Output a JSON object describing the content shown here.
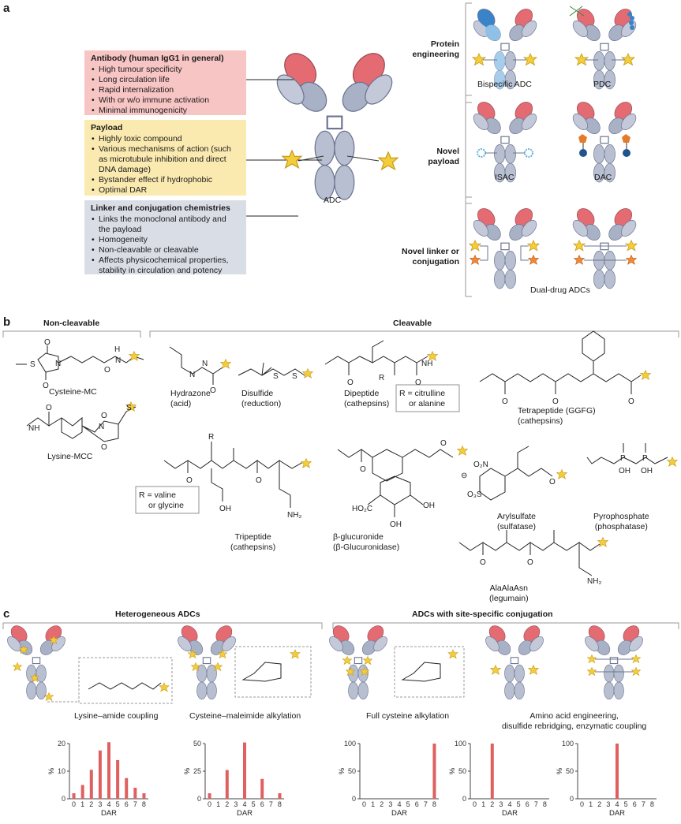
{
  "panels": {
    "a": "a",
    "b": "b",
    "c": "c"
  },
  "panel_a": {
    "antibody_box": {
      "title": "Antibody (human IgG1 in general)",
      "items": [
        "High tumour specificity",
        "Long circulation life",
        "Rapid internalization",
        "With or w/o immune activation",
        "Minimal immunogenicity"
      ],
      "color": "#f7c5c4"
    },
    "payload_box": {
      "title": "Payload",
      "items": [
        "Highly toxic compound",
        "Various mechanisms of action (such as microtubule inhibition and direct DNA damage)",
        "Bystander effect if hydrophobic",
        "Optimal DAR"
      ],
      "color": "#fbeab0"
    },
    "linker_box": {
      "title": "Linker and conjugation chemistries",
      "items": [
        "Links the monoclonal antibody and the payload",
        "Homogeneity",
        "Non-cleavable or cleavable",
        "Affects physicochemical properties, stability in circulation and potency"
      ],
      "color": "#d9dde5"
    },
    "adc_label": "ADC",
    "strategies": [
      {
        "label": "Protein engineering",
        "variants": [
          "Bispecific ADC",
          "PDC"
        ]
      },
      {
        "label": "Novel payload",
        "variants": [
          "ISAC",
          "DAC"
        ]
      },
      {
        "label": "Novel linker or conjugation",
        "variants": [
          "Dual-drug ADCs"
        ]
      }
    ]
  },
  "panel_b": {
    "noncleavable_header": "Non-cleavable",
    "cleavable_header": "Cleavable",
    "noncleavable": [
      {
        "name": "Cysteine-MC"
      },
      {
        "name": "Lysine-MCC"
      }
    ],
    "cleavable": [
      {
        "name": "Hydrazone",
        "sub": "(acid)"
      },
      {
        "name": "Disulfide",
        "sub": "(reduction)"
      },
      {
        "name": "Dipeptide",
        "sub": "(cathepsins)"
      },
      {
        "name": "Tetrapeptide (GGFG)",
        "sub": "(cathepsins)"
      },
      {
        "name": "Tripeptide",
        "sub": "(cathepsins)"
      },
      {
        "name": "β-glucuronide",
        "sub": "(β-Glucuronidase)"
      },
      {
        "name": "Arylsulfate",
        "sub": "(sulfatase)"
      },
      {
        "name": "Pyrophosphate",
        "sub": "(phosphatase)"
      },
      {
        "name": "AlaAlaAsn",
        "sub": "(legumain)"
      }
    ],
    "r_dipeptide": [
      "R = citrulline",
      "or alanine"
    ],
    "r_tripeptide": [
      "R = valine",
      "or glycine"
    ],
    "atom_labels": {
      "S": "S",
      "N": "N",
      "O": "O",
      "H": "H",
      "NH": "NH",
      "R": "R",
      "OH": "OH",
      "NH2": "NH₂",
      "NO2": "O₂N",
      "HO2C": "HO₂C",
      "P": "P",
      "SO3": "O₃S",
      "minus": "⊖"
    }
  },
  "panel_c": {
    "heterogeneous_header": "Heterogeneous ADCs",
    "sitespecific_header": "ADCs with site-specific conjugation",
    "methods": [
      "Lysine–amide coupling",
      "Cysteine–maleimide alkylation",
      "Full cysteine alkylation",
      "Amino acid engineering,",
      "disulfide rebridging, enzymatic coupling"
    ]
  },
  "chart_data": [
    {
      "type": "bar",
      "x": [
        1,
        2,
        3,
        4,
        5,
        6,
        7,
        8
      ],
      "values": [
        2,
        5,
        10.5,
        17.5,
        20.5,
        14,
        7.5,
        4,
        2
      ],
      "categories": [
        "0",
        "1",
        "2",
        "3",
        "4",
        "5",
        "6",
        "7",
        "8"
      ],
      "xlabel": "DAR",
      "ylabel": "%",
      "ylim": [
        0,
        20
      ],
      "yticks": [
        "0",
        "10",
        "20"
      ],
      "color": "#e06060"
    },
    {
      "type": "bar",
      "categories": [
        "0",
        "1",
        "2",
        "3",
        "4",
        "5",
        "6",
        "7",
        "8"
      ],
      "values": [
        5,
        0,
        26,
        0,
        51,
        0,
        18,
        0,
        5
      ],
      "xlabel": "DAR",
      "ylabel": "%",
      "ylim": [
        0,
        50
      ],
      "yticks": [
        "0",
        "25",
        "50"
      ],
      "color": "#e06060"
    },
    {
      "type": "bar",
      "categories": [
        "0",
        "1",
        "2",
        "3",
        "4",
        "5",
        "6",
        "7",
        "8"
      ],
      "values": [
        0,
        0,
        0,
        0,
        0,
        0,
        0,
        0,
        100
      ],
      "xlabel": "DAR",
      "ylabel": "%",
      "ylim": [
        0,
        100
      ],
      "yticks": [
        "0",
        "50",
        "100"
      ],
      "color": "#e06060"
    },
    {
      "type": "bar",
      "categories": [
        "0",
        "1",
        "2",
        "3",
        "4",
        "5",
        "6",
        "7",
        "8"
      ],
      "values": [
        0,
        0,
        100,
        0,
        0,
        0,
        0,
        0,
        0
      ],
      "xlabel": "DAR",
      "ylabel": "%",
      "ylim": [
        0,
        100
      ],
      "yticks": [
        "0",
        "50",
        "100"
      ],
      "color": "#e06060"
    },
    {
      "type": "bar",
      "categories": [
        "0",
        "1",
        "2",
        "3",
        "4",
        "5",
        "6",
        "7",
        "8"
      ],
      "values": [
        0,
        0,
        0,
        0,
        100,
        0,
        0,
        0,
        0
      ],
      "xlabel": "DAR",
      "ylabel": "%",
      "ylim": [
        0,
        100
      ],
      "yticks": [
        "0",
        "50",
        "100"
      ],
      "color": "#e06060"
    }
  ]
}
